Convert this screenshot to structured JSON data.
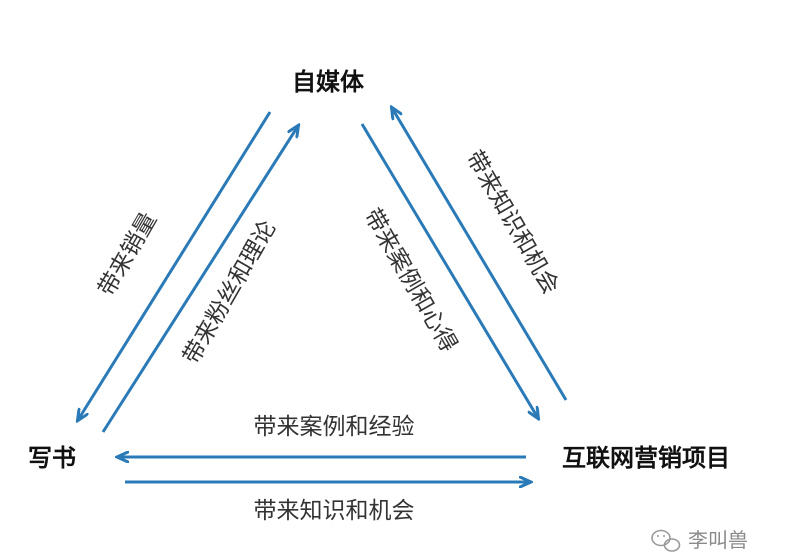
{
  "nodes": {
    "top": "自媒体",
    "left": "写书",
    "right": "互联网营销项目"
  },
  "edges": {
    "left_outer": "带来销量",
    "left_inner": "带来粉丝和理论",
    "right_inner": "带来案例和心得",
    "right_outer": "带来知识和机会",
    "bottom_upper": "带来案例和经验",
    "bottom_lower": "带来知识和机会"
  },
  "watermark": {
    "author": "李叫兽",
    "icon": "wechat-icon"
  },
  "colors": {
    "arrow": "#2a7ab8",
    "node_text": "#111111",
    "edge_text": "#333333",
    "watermark": "#8a8a8a"
  }
}
